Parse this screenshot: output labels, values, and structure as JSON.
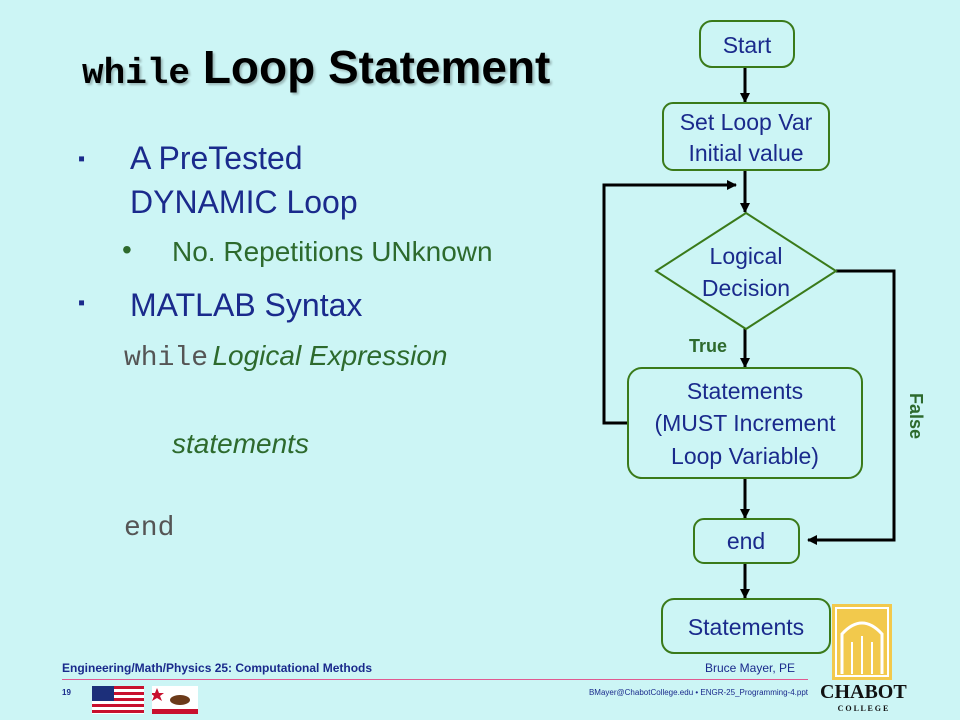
{
  "slide": {
    "title_code": "while",
    "title_text": "Loop Statement",
    "bullets": {
      "b1_line1": "A PreTested",
      "b1_line2": "DYNAMIC Loop",
      "b1_sub": "No. Repetitions UNknown",
      "b2": "MATLAB Syntax"
    },
    "syntax": {
      "keyword": "while",
      "expression": "Logical Expression",
      "body": "statements",
      "end": "end"
    }
  },
  "flowchart": {
    "start": "Start",
    "init_line1": "Set Loop Var",
    "init_line2": "Initial value",
    "decision_line1": "Logical",
    "decision_line2": "Decision",
    "true_label": "True",
    "false_label": "False",
    "statements_line1": "Statements",
    "statements_line2": "(MUST Increment",
    "statements_line3": "Loop Variable)",
    "end": "end",
    "after": "Statements"
  },
  "footer": {
    "course": "Engineering/Math/Physics 25: Computational Methods",
    "author": "Bruce Mayer, PE",
    "page_number": "19",
    "email_file": "BMayer@ChabotCollege.edu  •  ENGR-25_Programming-4.ppt",
    "logo_name": "CHABOT",
    "logo_sub": "C O L L E G E"
  },
  "colors": {
    "background": "#ccf5f5",
    "flow_green": "#3a7a1a",
    "text_blue": "#1a2a8c",
    "text_green": "#2d6a2d"
  }
}
